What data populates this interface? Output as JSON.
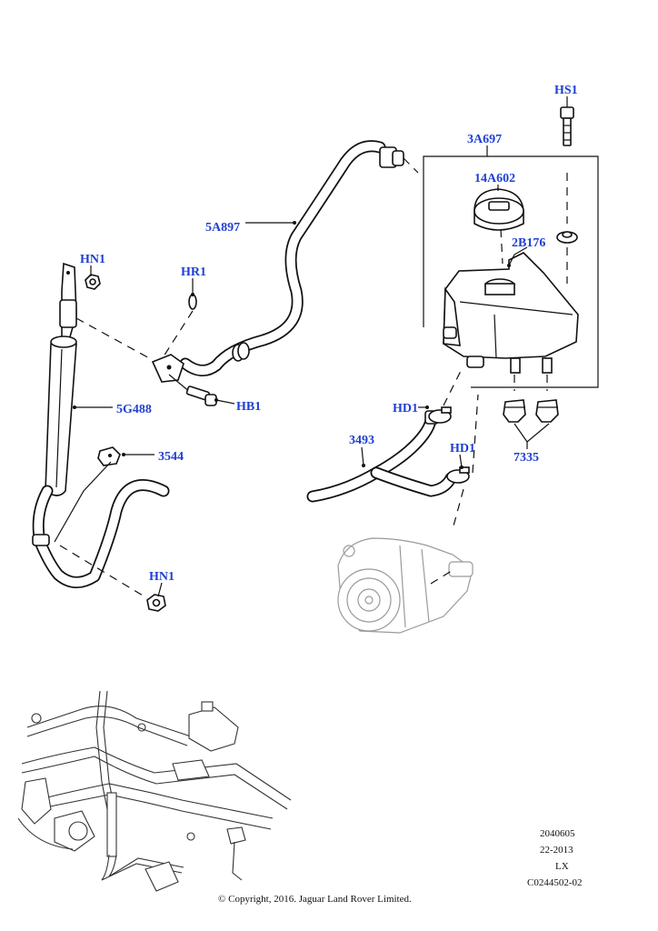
{
  "callouts": {
    "hs1": "HS1",
    "res_3a697": "3A697",
    "cap_14a602": "14A602",
    "bracket_2b176": "2B176",
    "hose_5a897": "5A897",
    "hn1_top": "HN1",
    "hr1": "HR1",
    "hb1": "HB1",
    "cooler_5g488": "5G488",
    "clip_3544": "3544",
    "hn1_bottom": "HN1",
    "hd1_top": "HD1",
    "hose_3493": "3493",
    "hd1_lower": "HD1",
    "conn_7335": "7335"
  },
  "stamp": {
    "line1": "2040605",
    "line2": "22-2013",
    "line3": "LX",
    "line4": "C0244502-02"
  },
  "copyright": "© Copyright, 2016. Jaguar Land Rover Limited.",
  "colors": {
    "callout": "#1f3fd1",
    "ink": "#111111",
    "ghost": "#9a9a9a"
  }
}
